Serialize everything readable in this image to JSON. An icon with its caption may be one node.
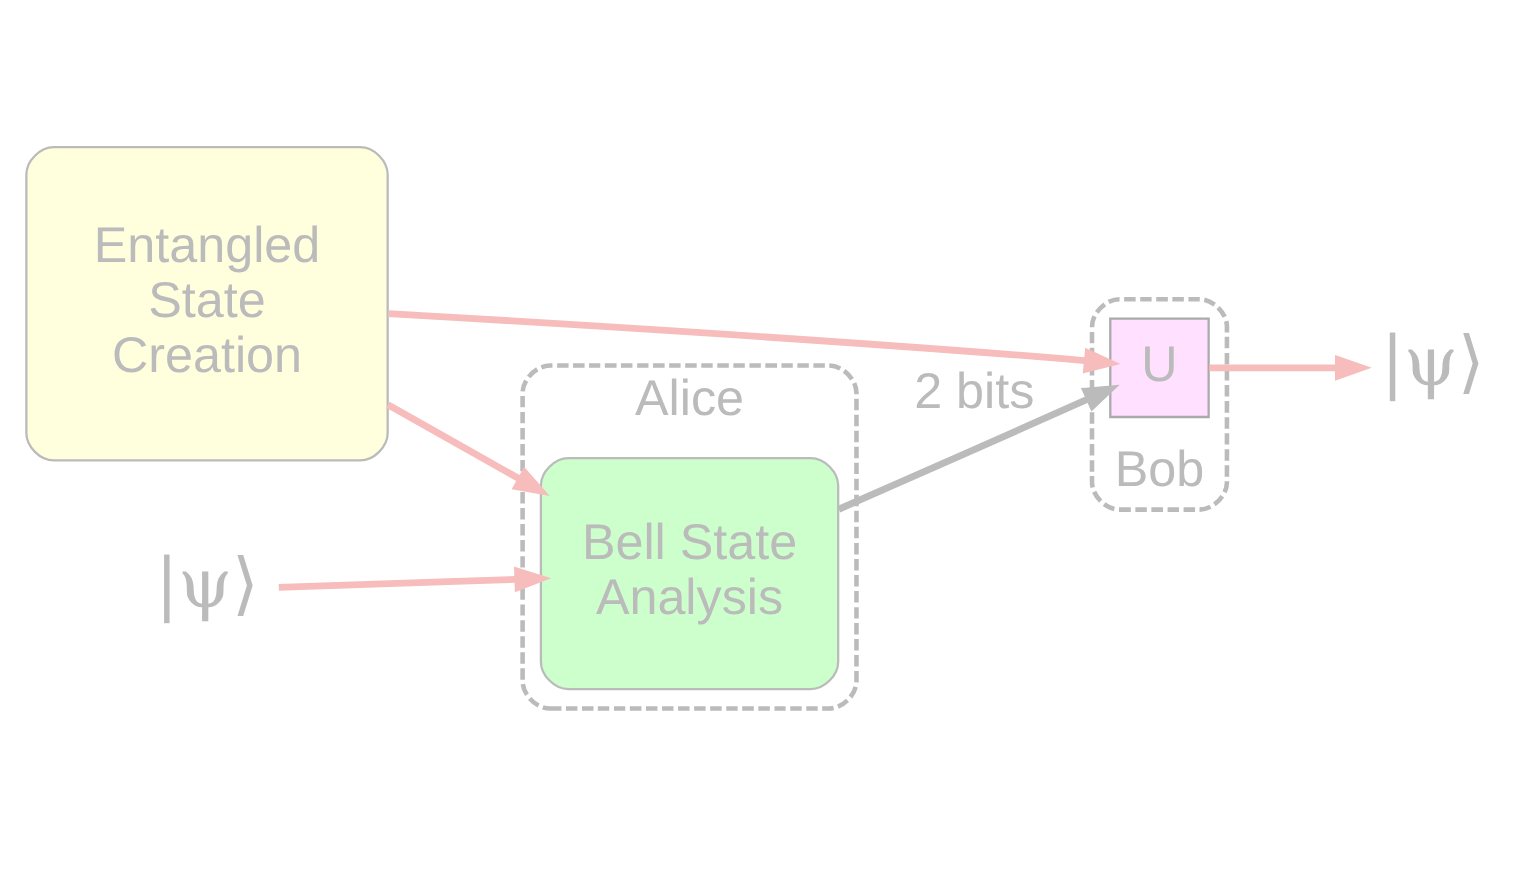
{
  "diagram": {
    "nodes": [
      {
        "text": [
          "Alice"
        ]
      },
      {
        "text": [
          "Bell State Analysis"
        ],
        "in": 0
      },
      {
        "text": [
          "|ψ⟩"
        ]
      },
      {
        "text": [
          "Entangled State Creation"
        ]
      },
      {
        "text": [
          "Bob"
        ]
      },
      {
        "text": [
          "U"
        ],
        "in": 4
      },
      {
        "text": [
          "|ψ⟩"
        ]
      }
    ],
    "edges": [
      {
        "from": 2,
        "to": 1,
        "arrow": "to"
      },
      {
        "from": 3,
        "to": 1,
        "arrow": "to"
      },
      {
        "from": 3,
        "to": 5,
        "arrow": "to"
      },
      {
        "from": 1,
        "to": 5,
        "arrow": "to",
        "label": "2 bits",
        "color": "#bbbbbb"
      },
      {
        "from": 5,
        "to": 6,
        "arrow": "to"
      }
    ]
  }
}
